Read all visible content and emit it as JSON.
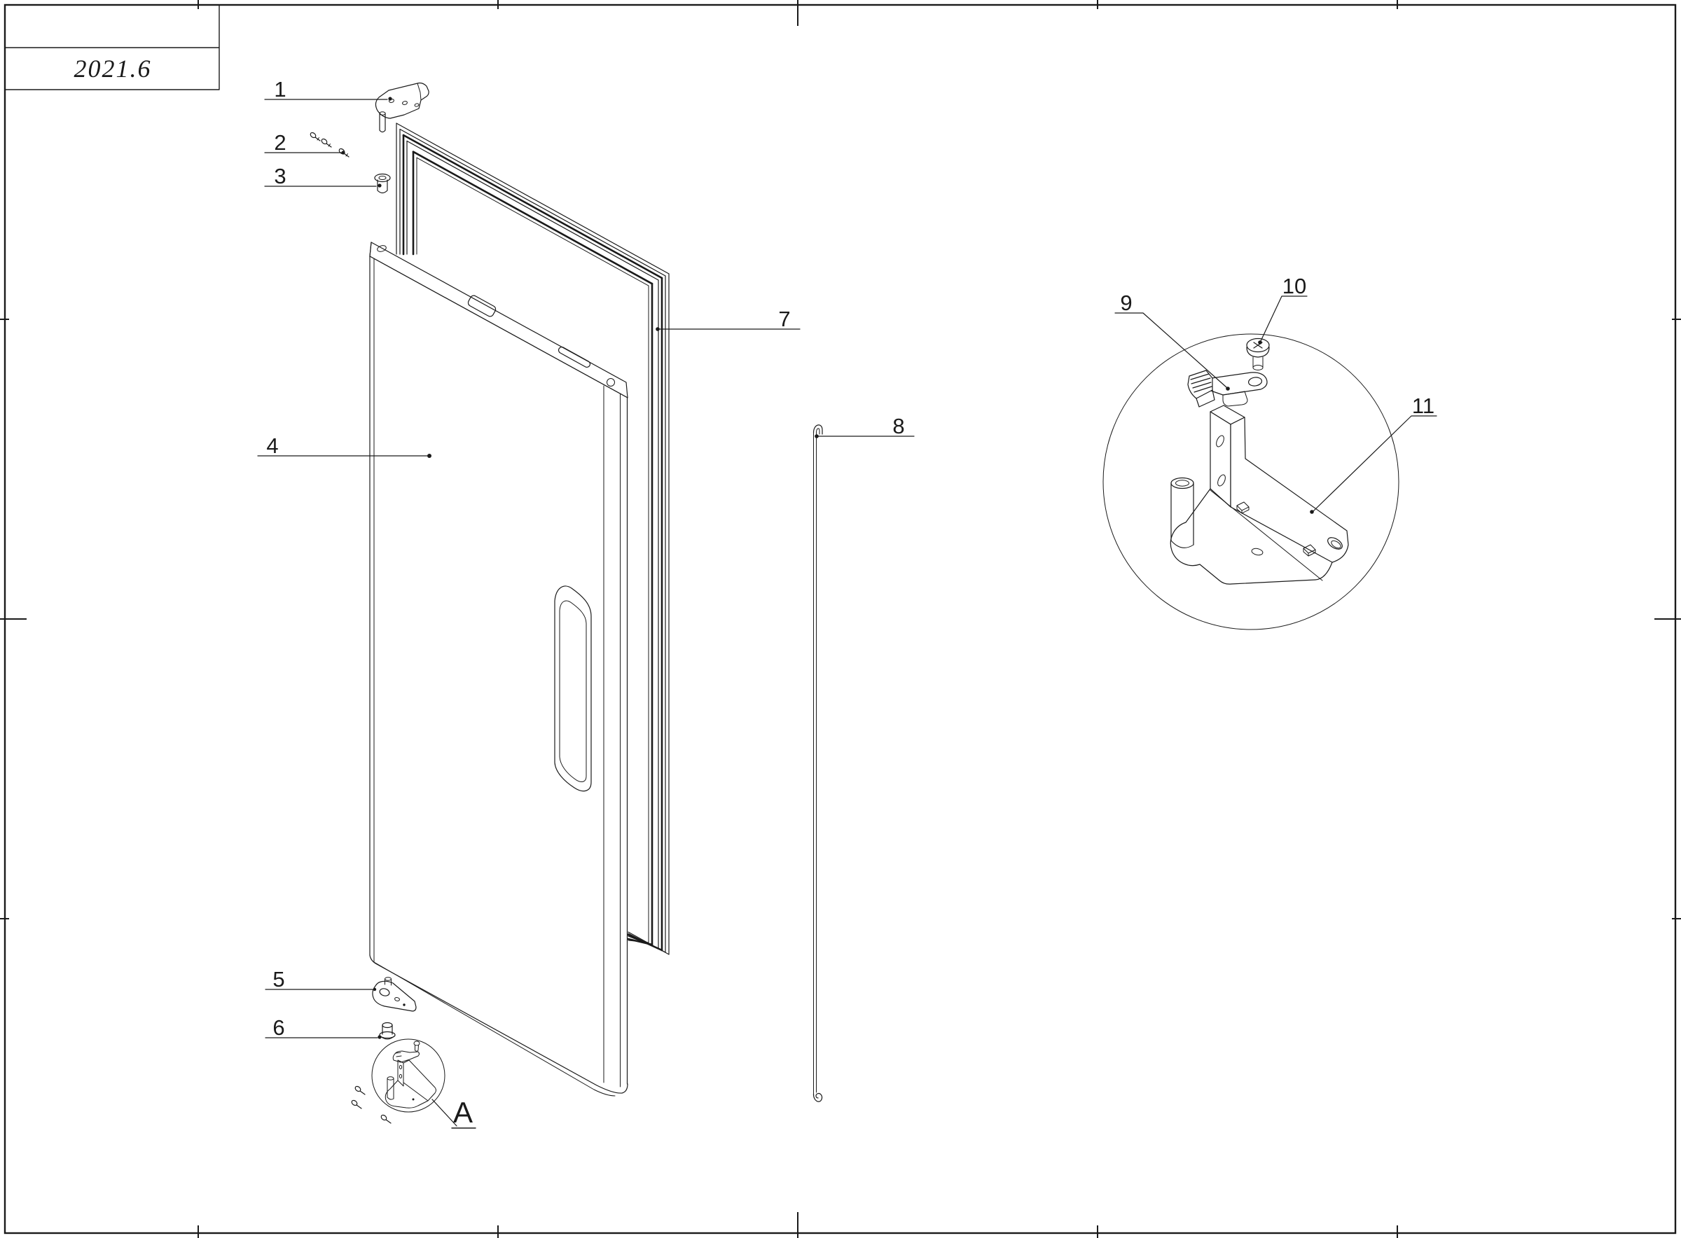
{
  "title_block": {
    "date": "2021.6"
  },
  "callouts": {
    "c1": "1",
    "c2": "2",
    "c3": "3",
    "c4": "4",
    "c5": "5",
    "c6": "6",
    "c7": "7",
    "c8": "8",
    "c9": "9",
    "c10": "10",
    "c11": "11",
    "detail_a": "A"
  },
  "colors": {
    "line": "#1a1a1a",
    "background": "#ffffff"
  }
}
